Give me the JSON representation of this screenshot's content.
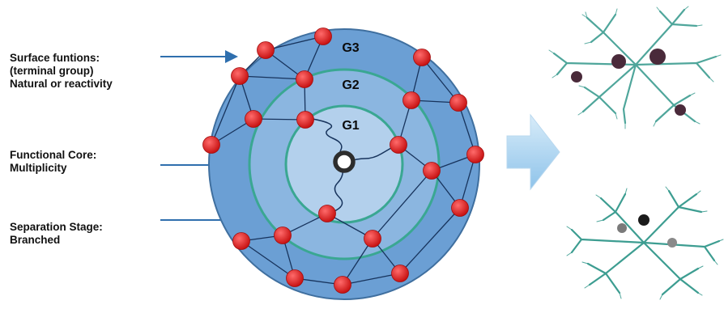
{
  "labels": {
    "surface": [
      "Surface funtions:",
      "(terminal group)",
      "Natural or reactivity"
    ],
    "core": [
      "Functional Core:",
      "Multiplicity"
    ],
    "separation": [
      "Separation Stage:",
      "Branched"
    ]
  },
  "generations": [
    "G1",
    "G2",
    "G3"
  ],
  "icons": {
    "core": "core-ring-icon",
    "node": "red-node-icon",
    "flow": "big-right-arrow-icon",
    "molecule_1": "dendrimer-molecule-icon",
    "molecule_2": "dendrimer-molecule-icon"
  },
  "colors": {
    "outer_disk": "#6b9fd4",
    "middle_disk": "#8bb6e0",
    "inner_disk": "#b3d0ec",
    "ring_line": "#3aa792",
    "node": "#e01a1a",
    "edge": "#17335c",
    "pointer": "#2f6fae",
    "molecule": "#4fa69b",
    "label_text": "#111111"
  }
}
